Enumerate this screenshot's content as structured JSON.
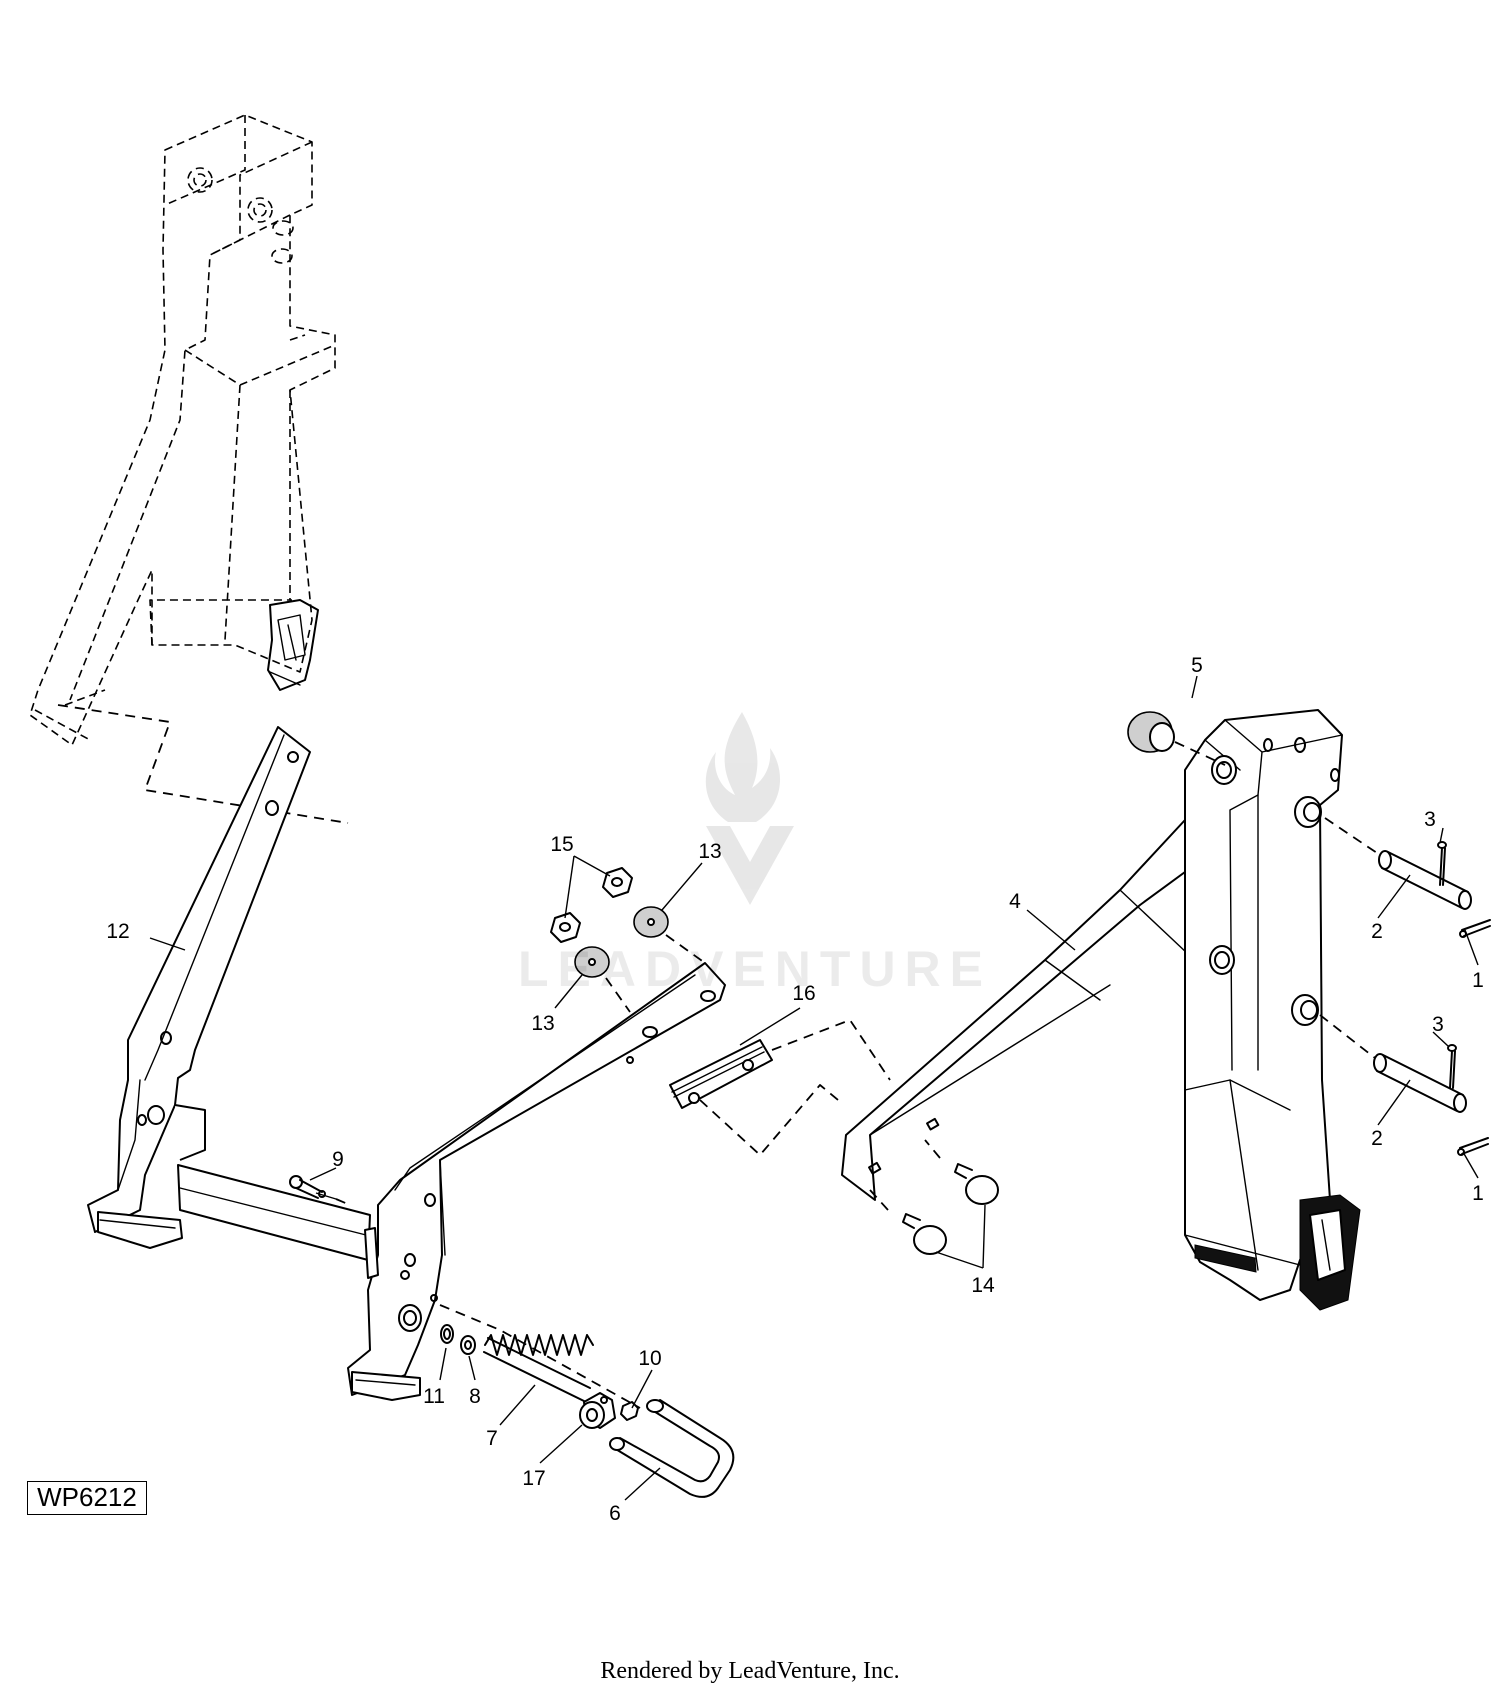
{
  "diagram": {
    "figure_id": "WP6212",
    "footer": "Rendered by LeadVenture, Inc.",
    "watermark": "LEADVENTURE",
    "callouts": [
      "1",
      "1",
      "2",
      "2",
      "3",
      "3",
      "4",
      "5",
      "6",
      "7",
      "8",
      "9",
      "10",
      "11",
      "12",
      "13",
      "13",
      "14",
      "15",
      "16",
      "17"
    ]
  }
}
